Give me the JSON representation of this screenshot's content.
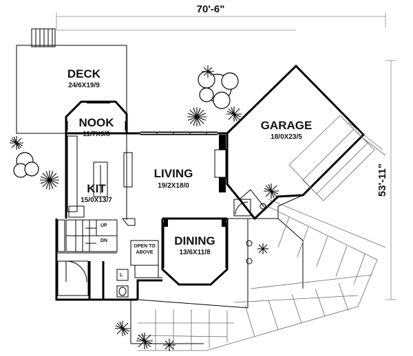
{
  "dimensions": {
    "width": "70'-6\"",
    "depth": "53'-11\""
  },
  "rooms": {
    "deck": {
      "name": "DECK",
      "size": "24/6X19/9"
    },
    "nook": {
      "name": "NOOK",
      "size": "11/7X9/8"
    },
    "kit": {
      "name": "KIT",
      "size": "15/0X13/7"
    },
    "living": {
      "name": "LIVING",
      "size": "19/2X18/0"
    },
    "dining": {
      "name": "DINING",
      "size": "13/6X11/8"
    },
    "garage": {
      "name": "GARAGE",
      "size": "18/0X23/5"
    }
  },
  "labels": {
    "open_to_above_1": "OPEN TO",
    "open_to_above_2": "ABOVE",
    "stair_up": "UP",
    "stair_dn": "DN",
    "laundry": "L"
  }
}
